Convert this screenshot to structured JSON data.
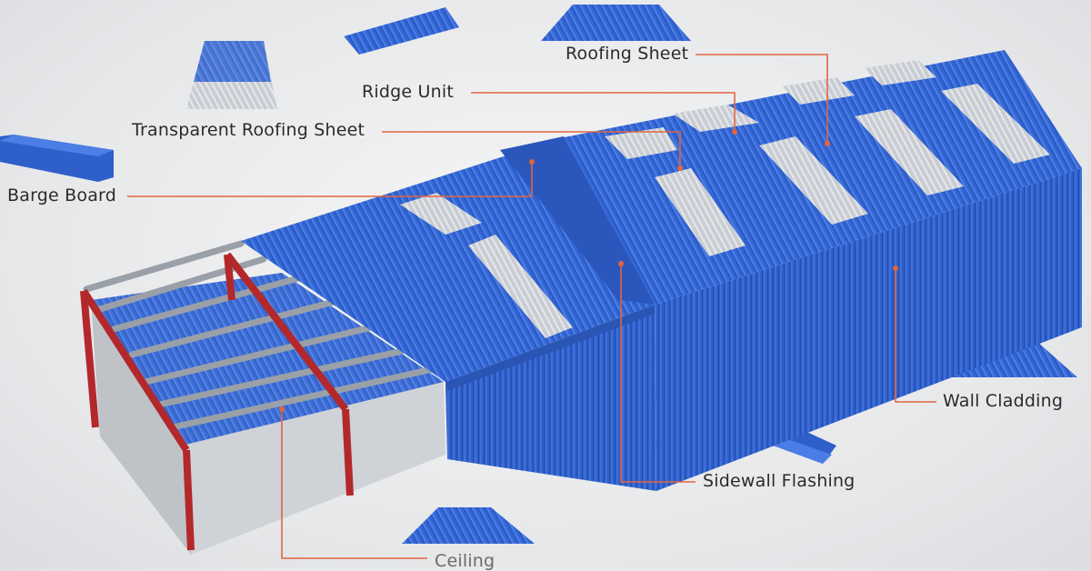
{
  "labels": {
    "roofing_sheet": "Roofing Sheet",
    "ridge_unit": "Ridge Unit",
    "transparent_roofing_sheet": "Transparent Roofing Sheet",
    "barge_board": "Barge Board",
    "wall_cladding": "Wall Cladding",
    "sidewall_flashing": "Sidewall Flashing",
    "ceiling": "Ceiling"
  },
  "colors": {
    "sheet_blue": "#2f5fc9",
    "leader_line": "#e2653f",
    "frame_red": "#b3282b",
    "purlin_gray": "#9aa0a8",
    "transparent_panel": "#c8ccd2"
  }
}
